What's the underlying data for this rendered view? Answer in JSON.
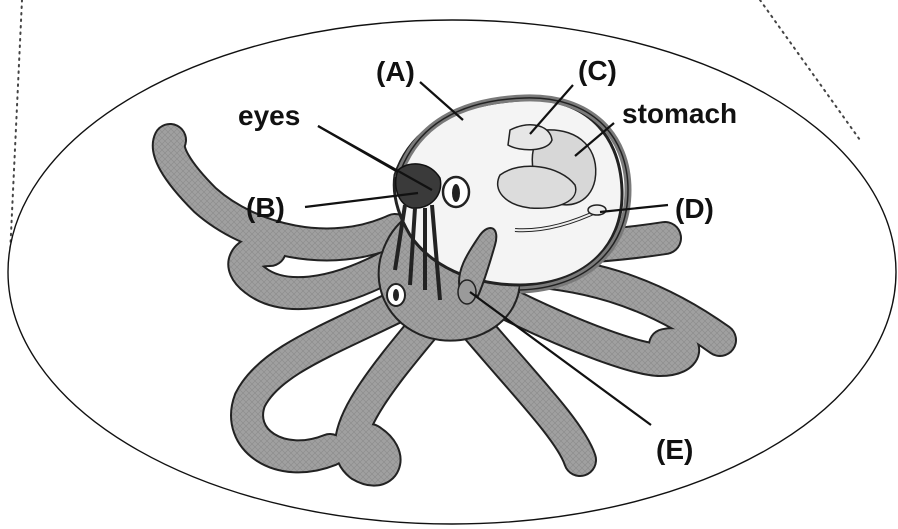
{
  "labels": {
    "a": "(A)",
    "b": "(B)",
    "c": "(C)",
    "d": "(D)",
    "e": "(E)",
    "eyes": "eyes",
    "stomach": "stomach"
  },
  "colors": {
    "body_fill": "#9a9a9a",
    "organ_fill": "#dcdcdc",
    "dark_organ": "#3a3a3a",
    "outline": "#222222"
  }
}
